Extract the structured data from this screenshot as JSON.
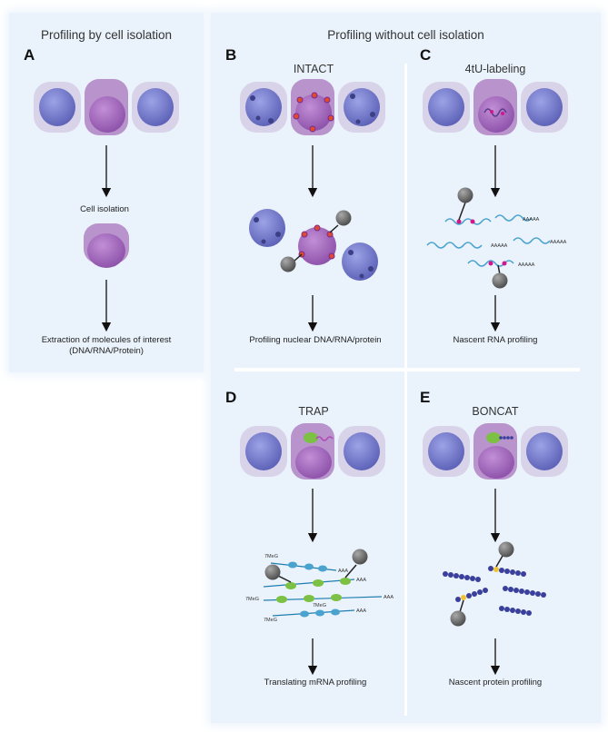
{
  "left_panel": {
    "header": "Profiling by cell isolation",
    "letter": "A",
    "step1_label": "Cell isolation",
    "step2_label_line1": "Extraction of molecules of interest",
    "step2_label_line2": "(DNA/RNA/Protein)"
  },
  "right_panel": {
    "header": "Profiling without cell isolation",
    "B": {
      "letter": "B",
      "title": "INTACT",
      "caption": "Profiling nuclear DNA/RNA/protein"
    },
    "C": {
      "letter": "C",
      "title": "4tU-labeling",
      "caption": "Nascent RNA profiling",
      "polyA": "AAAAA"
    },
    "D": {
      "letter": "D",
      "title": "TRAP",
      "caption": "Translating mRNA profiling",
      "cap_label": "7MeG",
      "tail_label": "AAA"
    },
    "E": {
      "letter": "E",
      "title": "BONCAT",
      "caption": "Nascent protein profiling"
    }
  },
  "colors": {
    "panel_bg": "#eaf3fb",
    "cell_body": "#d9d3ea",
    "nucleus": "#6e74c6",
    "target_cell": "#b893cc",
    "target_nucleus": "#9a60b3",
    "rna": "#4aa3cf",
    "label_pink": "#d1178a",
    "ribosome_green": "#7cc143",
    "bead": "#707070",
    "amino_acid": "#3a3f9b",
    "click_yellow": "#f2c230"
  }
}
